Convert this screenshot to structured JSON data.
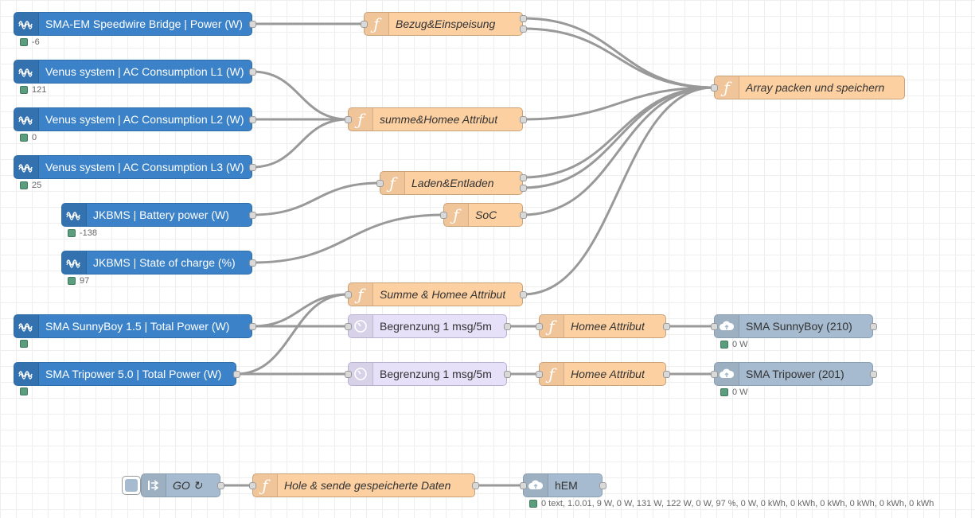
{
  "colors": {
    "victron": "#3b82c8",
    "function": "#fdd0a2",
    "delay": "#e6e0f8",
    "cloud": "#a6bbcf",
    "wire": "#999999",
    "status_ok": "#5a9e7e"
  },
  "nodes": {
    "sma_em": {
      "label": "SMA-EM Speedwire Bridge | Power (W)",
      "status": "-6",
      "icon": "victron-wave-icon"
    },
    "venus_l1": {
      "label": "Venus system | AC Consumption L1 (W)",
      "status": "121",
      "icon": "victron-wave-icon"
    },
    "venus_l2": {
      "label": "Venus system | AC Consumption L2 (W)",
      "status": "0",
      "icon": "victron-wave-icon"
    },
    "venus_l3": {
      "label": "Venus system | AC Consumption L3 (W)",
      "status": "25",
      "icon": "victron-wave-icon"
    },
    "jkbms_power": {
      "label": "JKBMS | Battery power (W)",
      "status": "-138",
      "icon": "victron-wave-icon"
    },
    "jkbms_soc": {
      "label": "JKBMS | State of charge (%)",
      "status": "97",
      "icon": "victron-wave-icon"
    },
    "sunnyboy": {
      "label": "SMA SunnyBoy 1.5 | Total Power (W)",
      "status": "",
      "icon": "victron-wave-icon"
    },
    "tripower": {
      "label": "SMA Tripower 5.0 | Total Power (W)",
      "status": "",
      "icon": "victron-wave-icon"
    },
    "fn_bezug": {
      "label": "Bezug&Einspeisung",
      "icon": "function-icon"
    },
    "fn_summe": {
      "label": "summe&Homee Attribut",
      "icon": "function-icon"
    },
    "fn_laden": {
      "label": "Laden&Entladen",
      "icon": "function-icon"
    },
    "fn_soc": {
      "label": "SoC",
      "icon": "function-icon"
    },
    "fn_summe2": {
      "label": "Summe & Homee Attribut",
      "icon": "function-icon"
    },
    "fn_array": {
      "label": "Array packen und speichern",
      "icon": "function-icon"
    },
    "delay1": {
      "label": "Begrenzung 1 msg/5m",
      "icon": "timer-icon"
    },
    "delay2": {
      "label": "Begrenzung 1 msg/5m",
      "icon": "timer-icon"
    },
    "fn_homee1": {
      "label": "Homee Attribut",
      "icon": "function-icon"
    },
    "fn_homee2": {
      "label": "Homee Attribut",
      "icon": "function-icon"
    },
    "out_sunnyboy": {
      "label": "SMA SunnyBoy (210)",
      "status": "0 W",
      "icon": "cloud-upload-icon"
    },
    "out_tripower": {
      "label": "SMA Tripower (201)",
      "status": "0 W",
      "icon": "cloud-upload-icon"
    },
    "inject_go": {
      "label": "GO ↻",
      "icon": "inject-arrow-icon"
    },
    "fn_hole": {
      "label": "Hole & sende gespeicherte Daten",
      "icon": "function-icon"
    },
    "out_hem": {
      "label": "hEM",
      "status": "0 text, 1.0.01, 9 W, 0 W, 131 W, 122 W, 0 W, 97 %, 0 W, 0 kWh, 0 kWh, 0 kWh, 0 kWh, 0 kWh, 0 kWh",
      "icon": "cloud-upload-icon"
    }
  },
  "wires": [
    [
      "sma_em",
      0,
      "fn_bezug"
    ],
    [
      "venus_l1",
      0,
      "fn_summe"
    ],
    [
      "venus_l2",
      0,
      "fn_summe"
    ],
    [
      "venus_l3",
      0,
      "fn_summe"
    ],
    [
      "jkbms_power",
      0,
      "fn_laden"
    ],
    [
      "jkbms_soc",
      0,
      "fn_soc"
    ],
    [
      "sunnyboy",
      0,
      "fn_summe2"
    ],
    [
      "sunnyboy",
      0,
      "delay1"
    ],
    [
      "tripower",
      0,
      "fn_summe2"
    ],
    [
      "tripower",
      0,
      "delay2"
    ],
    [
      "fn_bezug",
      0,
      "fn_array"
    ],
    [
      "fn_bezug",
      1,
      "fn_array"
    ],
    [
      "fn_summe",
      0,
      "fn_array"
    ],
    [
      "fn_laden",
      0,
      "fn_array"
    ],
    [
      "fn_laden",
      1,
      "fn_array"
    ],
    [
      "fn_soc",
      0,
      "fn_array"
    ],
    [
      "fn_summe2",
      0,
      "fn_array"
    ],
    [
      "delay1",
      0,
      "fn_homee1"
    ],
    [
      "delay2",
      0,
      "fn_homee2"
    ],
    [
      "fn_homee1",
      0,
      "out_sunnyboy"
    ],
    [
      "fn_homee2",
      0,
      "out_tripower"
    ],
    [
      "inject_go",
      0,
      "fn_hole"
    ],
    [
      "fn_hole",
      0,
      "out_hem"
    ]
  ]
}
